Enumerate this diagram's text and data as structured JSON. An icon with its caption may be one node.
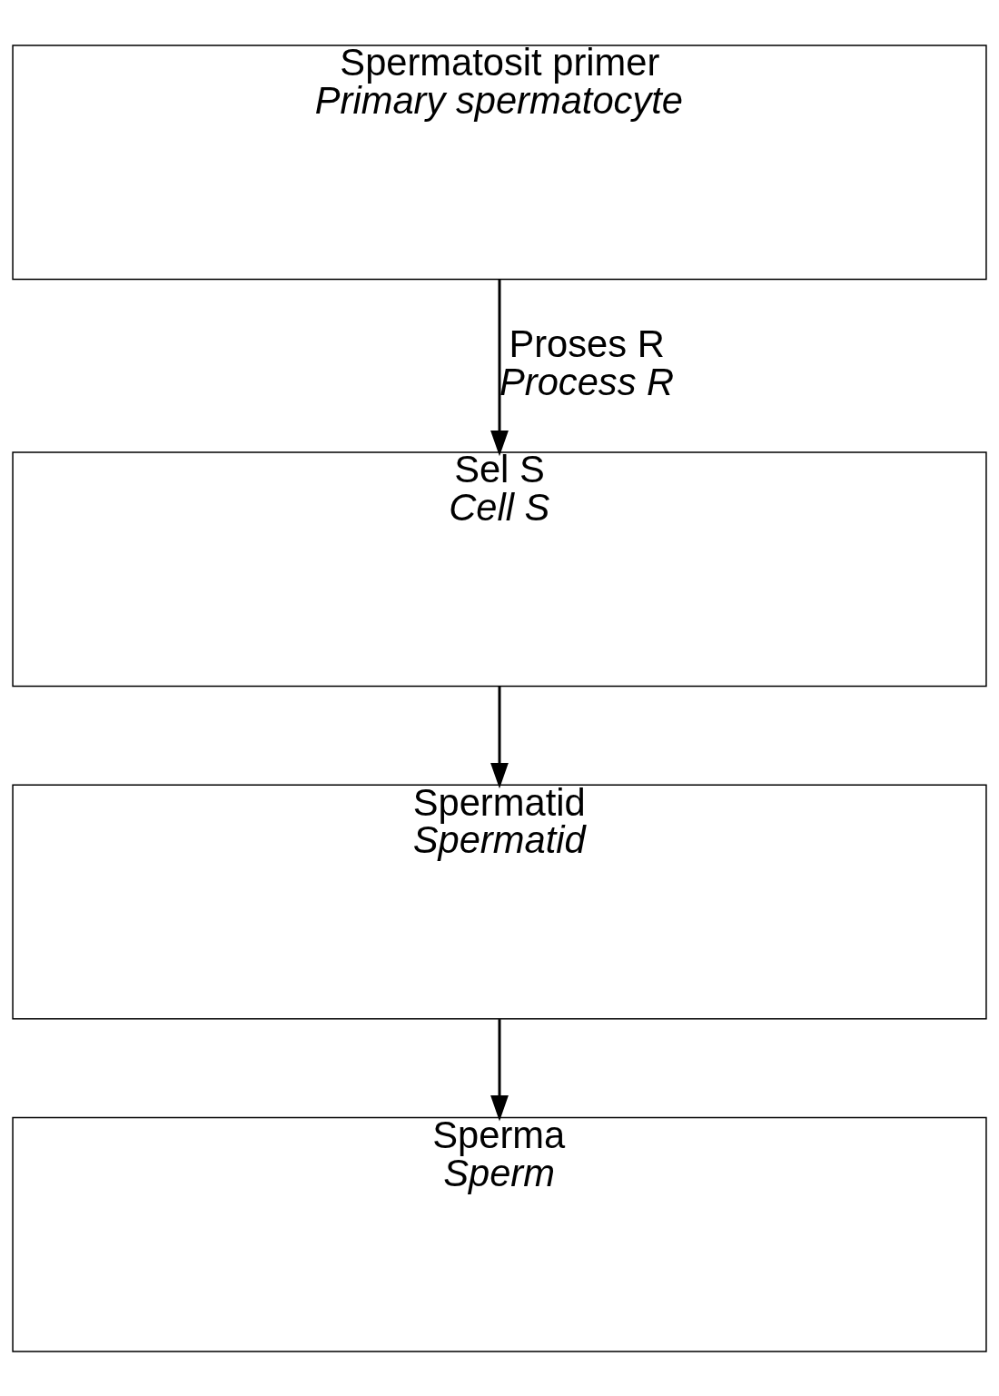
{
  "diagram": {
    "nodes": [
      {
        "text": [
          "Spermatosit primer",
          "Primary spermatocyte"
        ]
      },
      {
        "text": [
          "Sel S",
          "Cell S"
        ]
      },
      {
        "text": [
          "Spermatid",
          "Spermatid"
        ]
      },
      {
        "text": [
          "Sperma",
          "Sperm"
        ]
      }
    ],
    "edges": [
      {
        "from": 0,
        "to": 1,
        "arrow": "to",
        "label": "Proses R *Process R*"
      },
      {
        "from": 1,
        "to": 2,
        "arrow": "to"
      },
      {
        "from": 2,
        "to": 3,
        "arrow": "to"
      }
    ]
  }
}
